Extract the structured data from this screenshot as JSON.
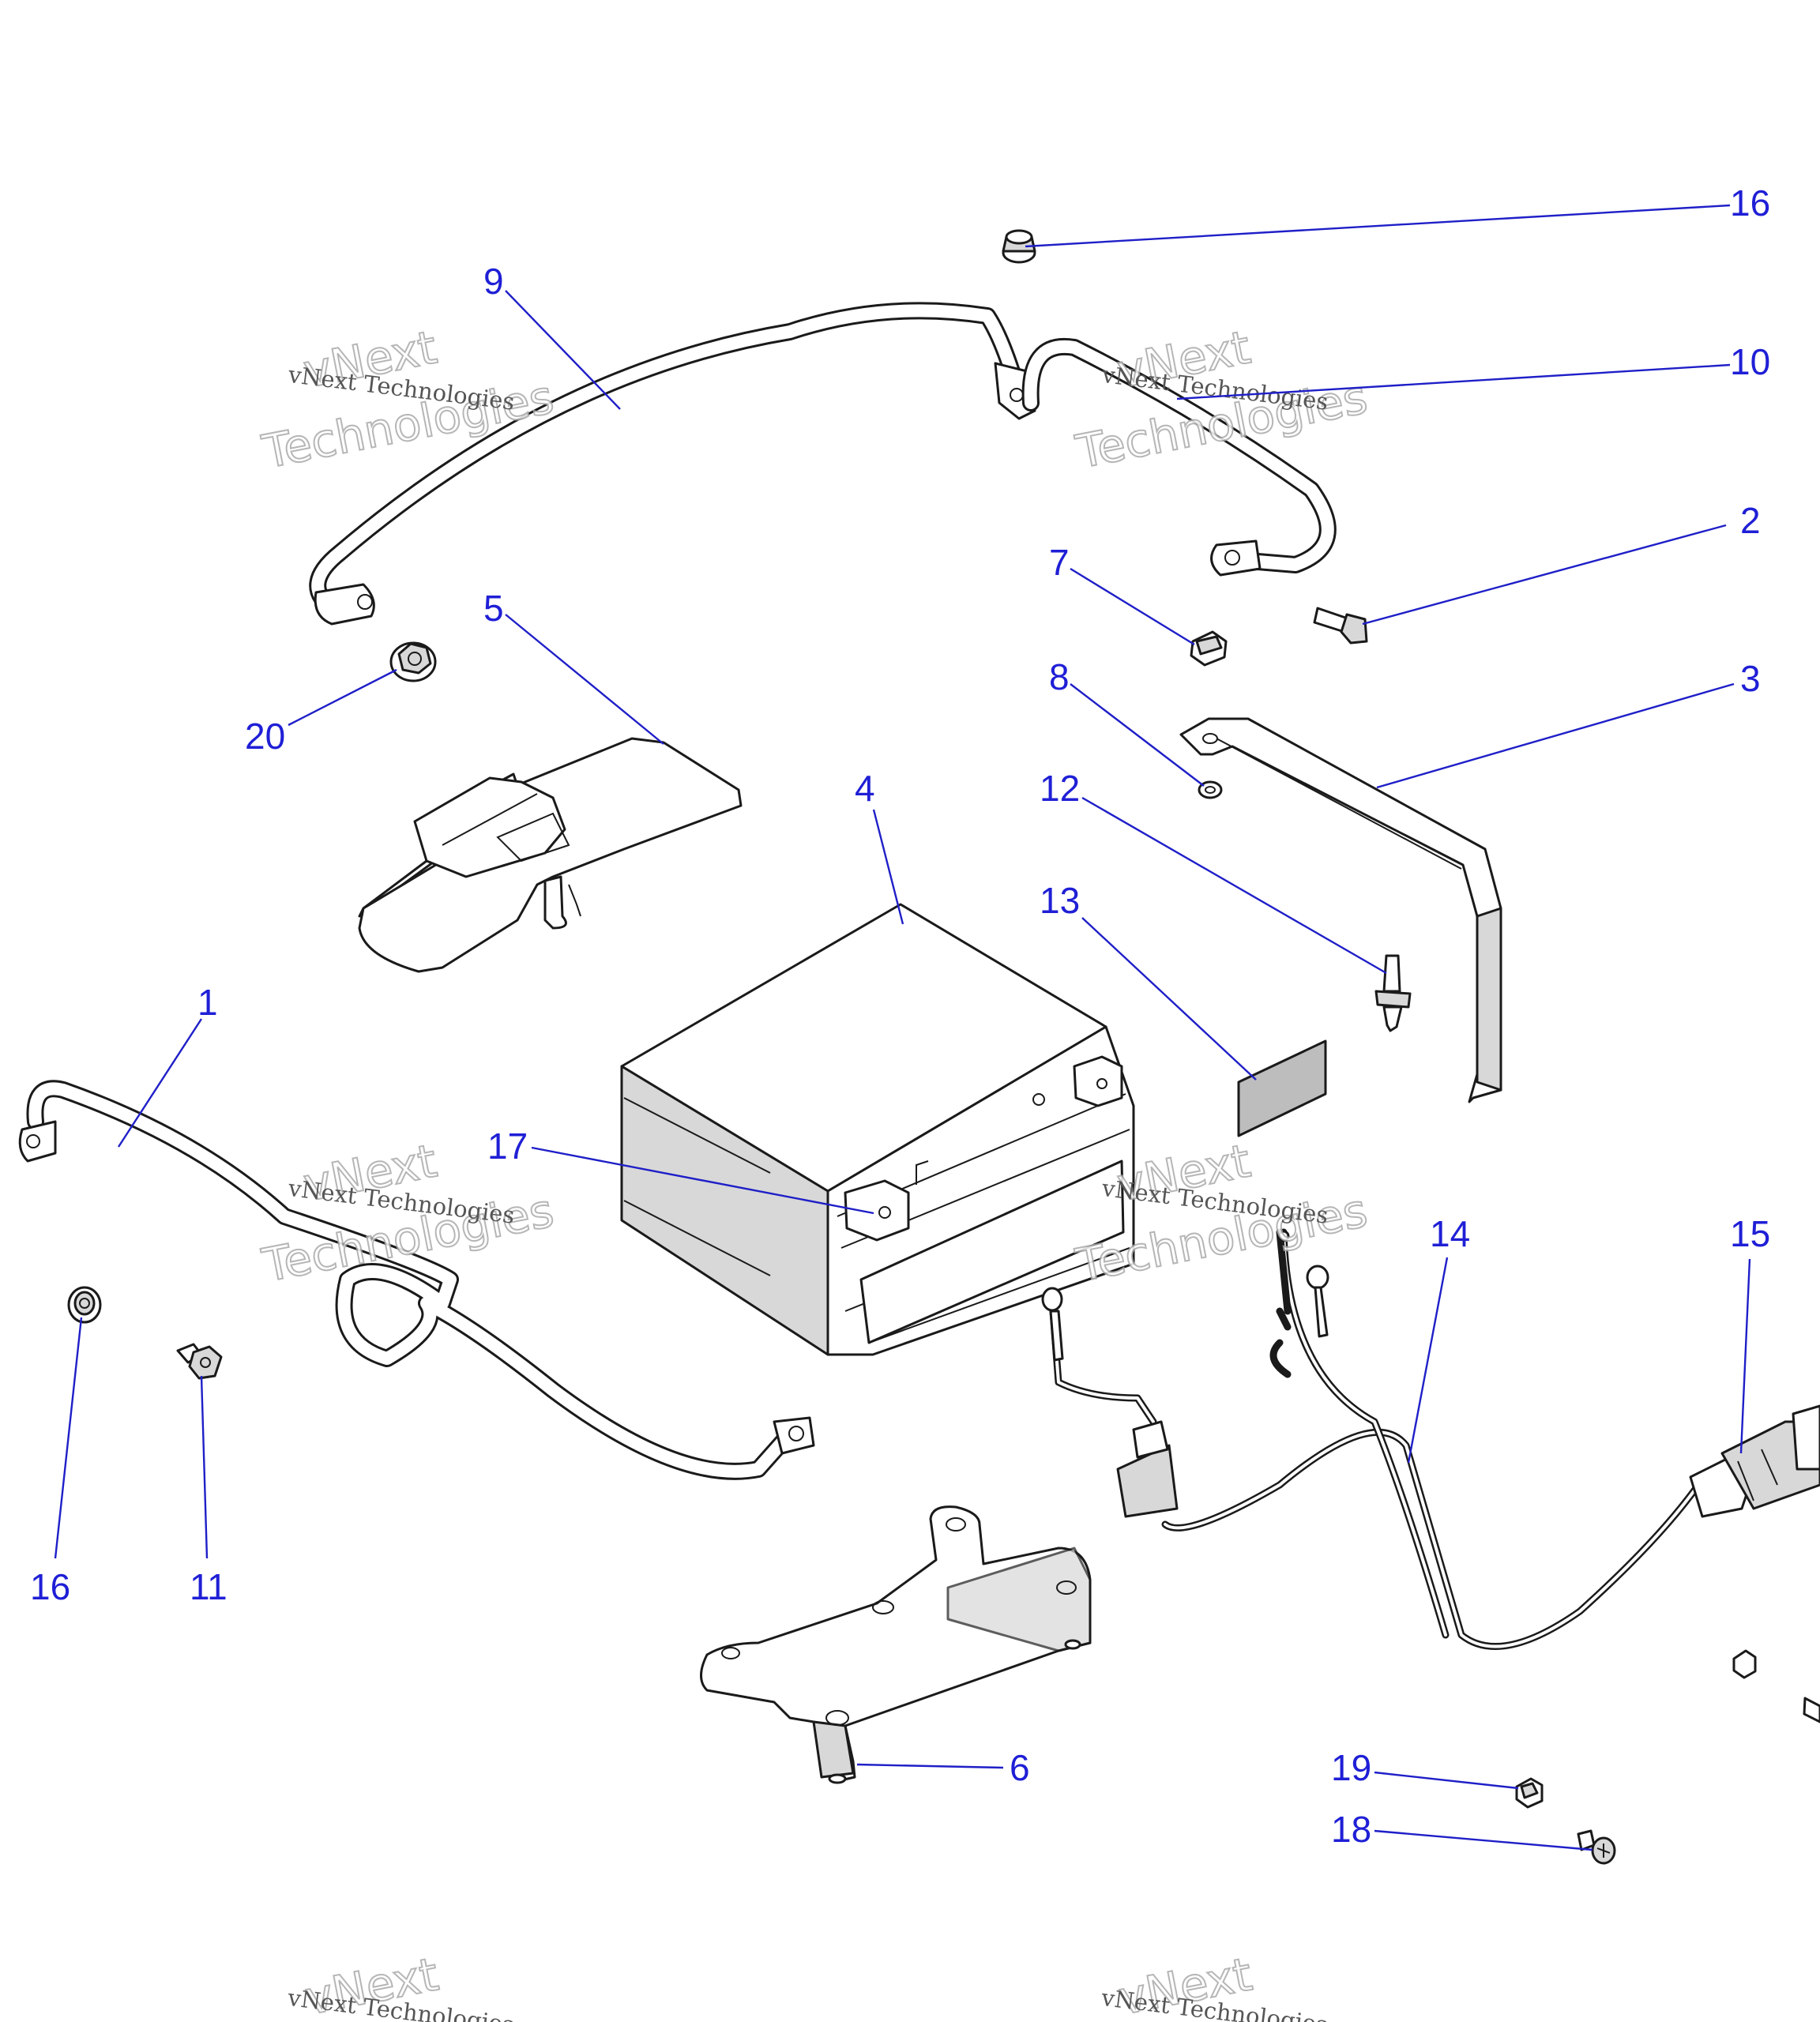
{
  "callouts": [
    {
      "label": "16"
    },
    {
      "label": "9"
    },
    {
      "label": "10"
    },
    {
      "label": "2"
    },
    {
      "label": "7"
    },
    {
      "label": "5"
    },
    {
      "label": "20"
    },
    {
      "label": "8"
    },
    {
      "label": "3"
    },
    {
      "label": "4"
    },
    {
      "label": "12"
    },
    {
      "label": "13"
    },
    {
      "label": "1"
    },
    {
      "label": "17"
    },
    {
      "label": "14"
    },
    {
      "label": "15"
    },
    {
      "label": "16"
    },
    {
      "label": "11"
    },
    {
      "label": "6"
    },
    {
      "label": "19"
    },
    {
      "label": "18"
    }
  ],
  "watermark": {
    "line_small": "vNext Technologies",
    "line_large_1": "vNext",
    "line_large_2": "Technologies"
  },
  "colors": {
    "callout": "#1f1fd6",
    "leader": "#1f1fc8",
    "part_fill": "#ffffff",
    "part_shade": "#d8d8d8",
    "outline": "#1a1a1a"
  }
}
